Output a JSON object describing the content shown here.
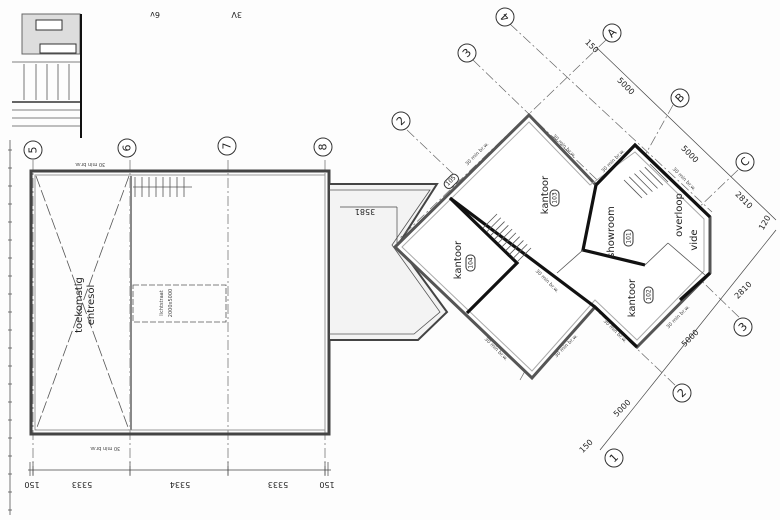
{
  "title_marks": [
    "6v",
    "3V"
  ],
  "grid_bubbles": {
    "g5": "5",
    "g6": "6",
    "g7": "7",
    "g8": "8",
    "g4": "4",
    "gA": "A",
    "g3a": "3",
    "gB": "B",
    "g2a": "2",
    "gC": "C",
    "g3b": "3",
    "g2b": "2",
    "g1": "1"
  },
  "hall": {
    "label_line1": "toekomstig",
    "label_line2": "entresol",
    "skylight_label": "lichtstraat",
    "skylight_size": "2000x5000",
    "wall_note_top": "30 min br.w.",
    "wall_note_bottom": "30 min br.w.",
    "dims": [
      "150",
      "5333",
      "5334",
      "5333",
      "150"
    ]
  },
  "link": {
    "dim": "3581"
  },
  "rooms": [
    {
      "name": "showroom",
      "number": "101"
    },
    {
      "name": "kantoor",
      "number": "102"
    },
    {
      "name": "kantoor",
      "number": "103"
    },
    {
      "name": "kantoor",
      "number": "104"
    },
    {
      "name": "",
      "number": "105"
    },
    {
      "name": "overloop",
      "number": ""
    },
    {
      "name": "vide",
      "number": ""
    }
  ],
  "wall_note": "30 min br.w.",
  "office_dims": {
    "top_150": "150",
    "top_5000a": "5000",
    "top_5000b": "5000",
    "right_2810a": "2810",
    "right_120": "120",
    "right_2810b": "2810",
    "bottom_5000a": "5000",
    "bottom_5000b": "5000",
    "bottom_150": "150"
  }
}
